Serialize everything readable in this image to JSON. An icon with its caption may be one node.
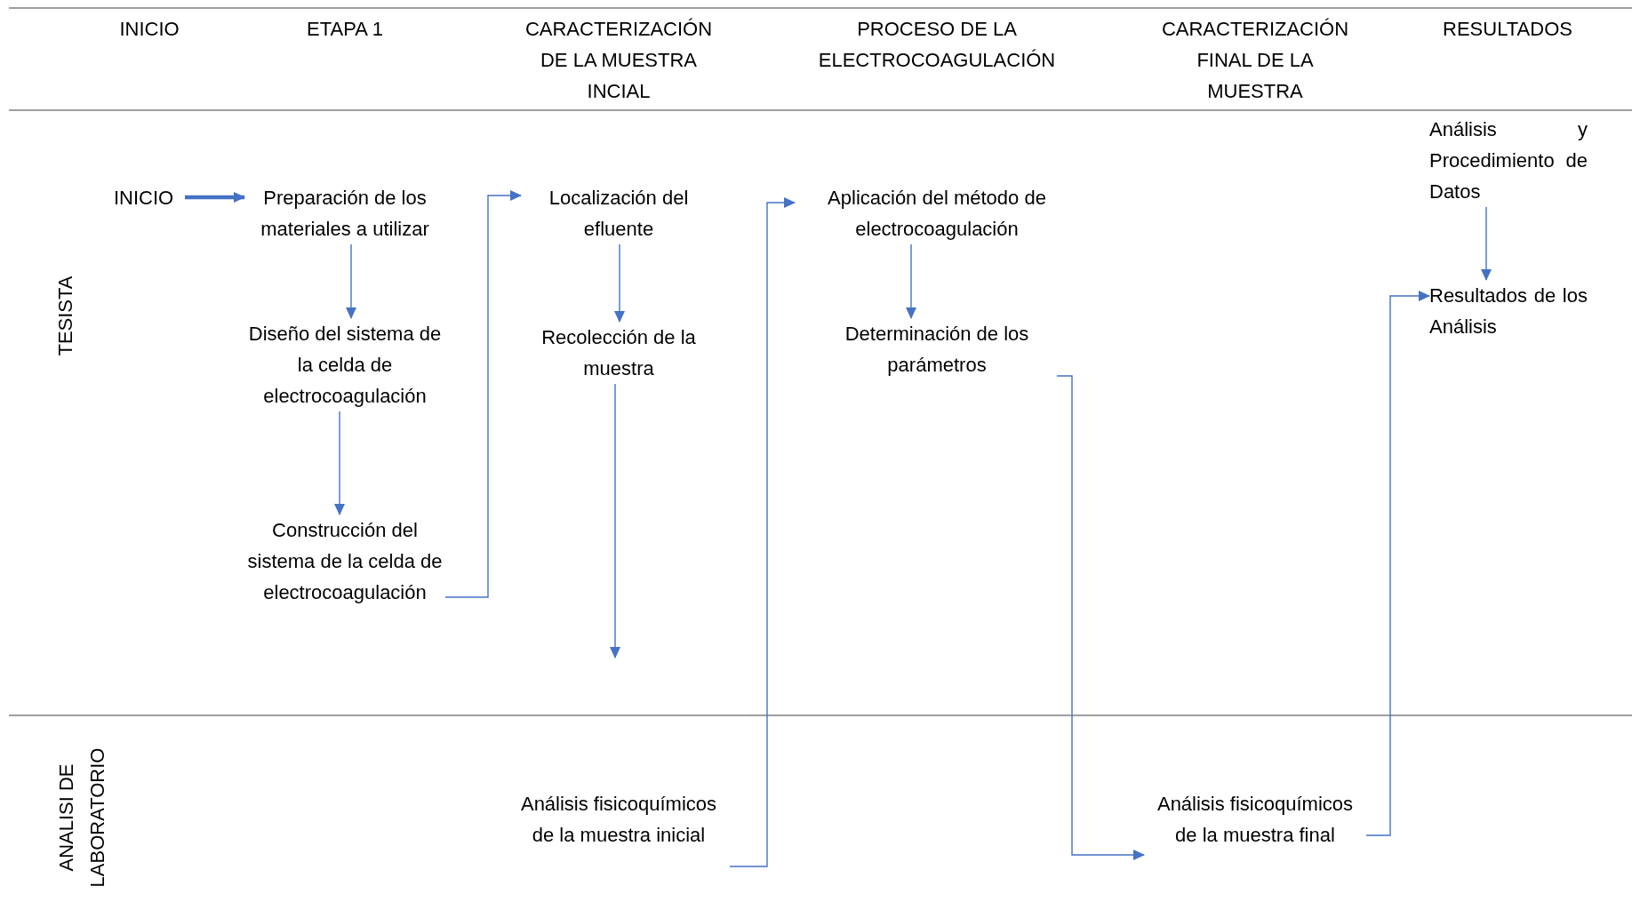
{
  "diagram": {
    "nodes": [
      {
        "text": [
          "INICIO"
        ]
      },
      {
        "text": [
          "Preparación de los materiales a utilizar"
        ]
      },
      {
        "text": [
          "Diseño del sistema de la celda de electrocoagulación"
        ]
      },
      {
        "text": [
          "Construcción del sistema de la celda de electrocoagulación"
        ]
      },
      {
        "text": [
          "Localización del efluente"
        ]
      },
      {
        "text": [
          "Recolección de la muestra"
        ]
      },
      {
        "text": [
          "Aplicación del método de electrocoagulación"
        ]
      },
      {
        "text": [
          "Determinación de los parámetros"
        ]
      },
      {
        "text": [
          "Análisis y Procedimiento de Datos"
        ]
      },
      {
        "text": [
          "Resultados de los Análisis"
        ]
      },
      {
        "text": [
          "Análisis fisicoquímicos de la muestra inicial"
        ]
      },
      {
        "text": [
          "Análisis fisicoquímicos de la muestra final"
        ]
      }
    ],
    "edges": [
      {
        "from": 0,
        "to": 1,
        "arrow": "to",
        "style": "thick"
      },
      {
        "from": 1,
        "to": 2,
        "arrow": "to"
      },
      {
        "from": 2,
        "to": 3,
        "arrow": "to"
      },
      {
        "from": 3,
        "to": 4,
        "arrow": "to"
      },
      {
        "from": 4,
        "to": 5,
        "arrow": "to"
      },
      {
        "from": 5,
        "to": null,
        "arrow": "to"
      },
      {
        "from": 10,
        "to": 6,
        "arrow": "to"
      },
      {
        "from": 6,
        "to": 7,
        "arrow": "to"
      },
      {
        "from": 7,
        "to": 11,
        "arrow": "to"
      },
      {
        "from": 11,
        "to": 9,
        "arrow": "to"
      },
      {
        "from": 8,
        "to": 9,
        "arrow": "to"
      }
    ],
    "labels": [
      "INICIO",
      "ETAPA 1",
      "CARACTERIZACIÓN DE LA MUESTRA INCIAL",
      "PROCESO DE LA ELECTROCOAGULACIÓN",
      "CARACTERIZACIÓN FINAL DE LA MUESTRA",
      "RESULTADOS",
      "TESISTA",
      "ANALISI DE LABORATORIO"
    ]
  }
}
